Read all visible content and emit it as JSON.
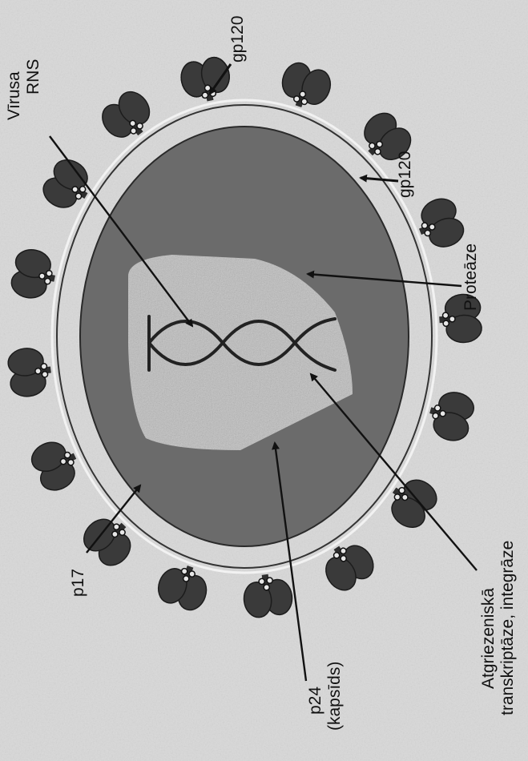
{
  "labels": {
    "virus_rna": [
      "Vīrusa",
      "RNS"
    ],
    "gp120_top": "gp120",
    "gp120_right": "gp120",
    "protease": "Proteāze",
    "enzymes": [
      "Atgriezeniskā",
      "transkriptāze, integrāze"
    ],
    "capsid": [
      "p24",
      "(kapsīds)"
    ],
    "p17": "p17"
  },
  "colors": {
    "page_background": "#d8d8d8",
    "envelope": "#585858",
    "matrix": "#6b6b6b",
    "capsid_core": "#bdbdbd",
    "spike": "#3a3a3a",
    "text": "#111111"
  }
}
